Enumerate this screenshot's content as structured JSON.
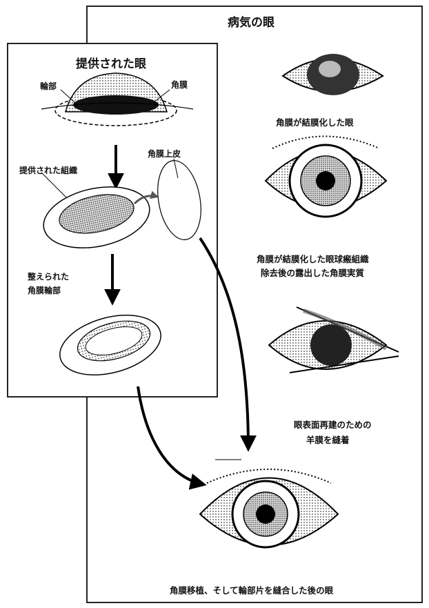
{
  "right_panel": {
    "title": "病気の眼",
    "captions": [
      "角膜が結膜化した眼",
      "角膜が結膜化した眼球瘢組織",
      "除去後の露出した角膜実質",
      "眼表面再建のための",
      "羊膜を縫着",
      "角膜移植、そして輪部片を縫合した後の眼"
    ]
  },
  "left_panel": {
    "title": "提供された眼",
    "labels": {
      "limbus": "輪部",
      "cornea": "角膜",
      "donor_tissue": "提供された組織",
      "corneal_epithelium": "角膜上皮",
      "trimmed_1": "整えられた",
      "trimmed_2": "角膜輪部"
    }
  }
}
